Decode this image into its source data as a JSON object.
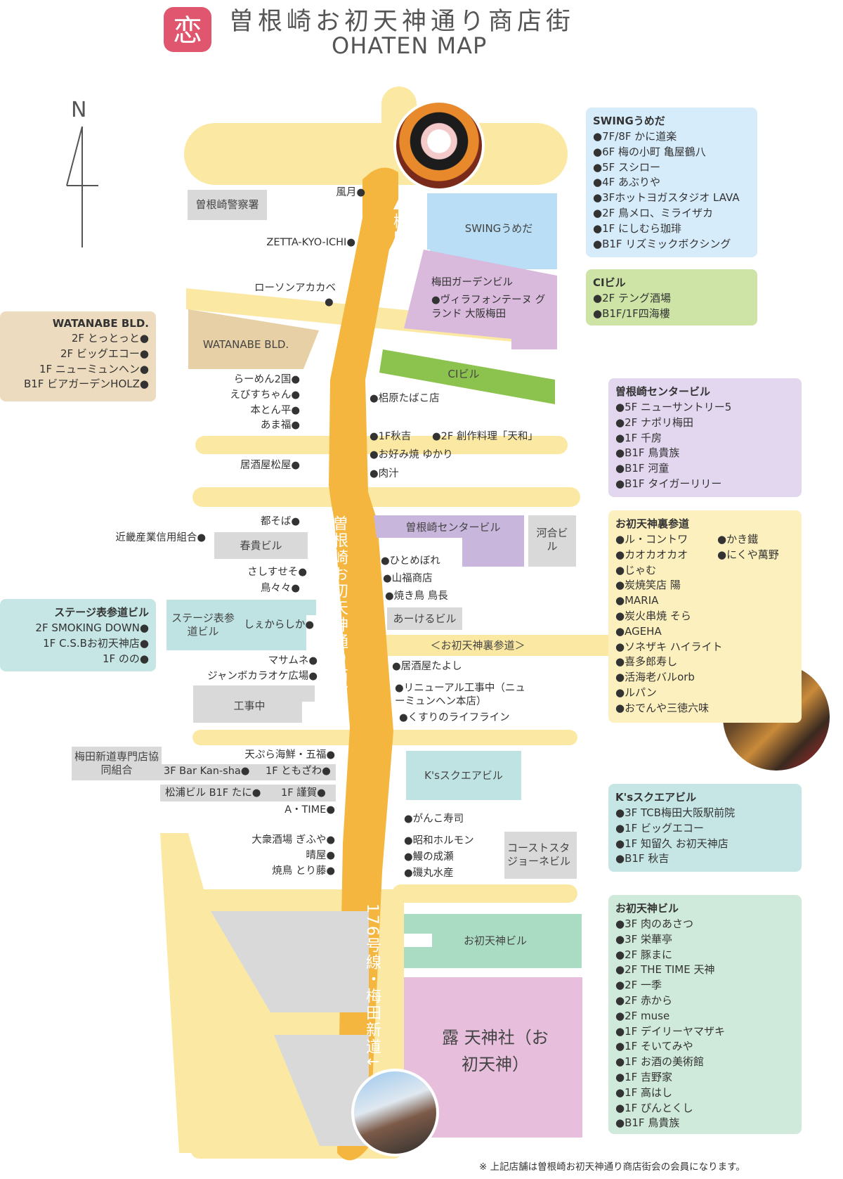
{
  "header": {
    "title_jp": "曽根崎お初天神通り商店街",
    "title_en": "OHATEN MAP",
    "compass": "N"
  },
  "street": {
    "name": "曽根崎お初天神通り商店街",
    "north": "▲梅田",
    "south": "176号線・梅田新道↓"
  },
  "blocks": {
    "police": "曽根崎警察署",
    "swing": "SWINGうめだ",
    "umeda_garden": "梅田ガーデンビル",
    "umeda_garden_sub": "●ヴィラフォンテーヌ グランド 大阪梅田",
    "watanabe": "WATANABE BLD.",
    "ci": "CIビル",
    "sonezaki_center": "曽根崎センタービル",
    "kawai": "河合ビル",
    "haruki": "春貴ビル",
    "stage": "ステージ表参道ビル",
    "akeru": "あーけるビル",
    "urasando": "＜お初天神裏参道＞",
    "kouji": "工事中",
    "ks": "K'sスクエアビル",
    "coast": "コーストスタジョーネビル",
    "ohatenjin_bldg": "お初天神ビル",
    "shrine": "露 天神社（お初天神）",
    "umeda_shindo": "梅田新道専門店協同組合",
    "matsuura": "松浦ビル B1F たに●"
  },
  "west_shops": [
    "風月●",
    "ZETTA-KYO-ICHI●",
    "ローソンアカカベ",
    "らーめん2国●",
    "えびすちゃん●",
    "本とん平●",
    "あま福●",
    "居酒屋松屋●",
    "都そば●",
    "近畿産業信用組合●",
    "さしすせそ●",
    "鳥々々●",
    "しぇからしか●",
    "マサムネ●",
    "ジャンボカラオケ広場●",
    "天ぷら海鮮・五福●",
    "3F Bar Kan-sha●",
    "1F ともざわ●",
    "1F 謹賀●",
    "A・TIME●",
    "大衆酒場 ぎふや●",
    "晴屋●",
    "焼鳥 とり藤●"
  ],
  "east_shops": [
    "●梠原たばこ店",
    "●1F秋吉",
    "●2F 創作料理「天和」",
    "●お好み焼 ゆかり",
    "●肉汁",
    "●ひとめぼれ",
    "●山福商店",
    "●焼き鳥 鳥長",
    "●居酒屋たよし",
    "●リニューアル工事中（ニューミュンヘン本店）",
    "●くすりのライフライン",
    "●がんこ寿司",
    "●昭和ホルモン",
    "●鰻の成瀬",
    "●磯丸水産"
  ],
  "info": {
    "swing": {
      "title": "SWINGうめだ",
      "items": [
        "●7F/8F かに道楽",
        "●6F 梅の小町 亀屋鶴八",
        "●5F スシロー",
        "●4F あぶりや",
        "●3Fホットヨガスタジオ LAVA",
        "●2F 鳥メロ、ミライザカ",
        "●1F にしむら珈琲",
        "●B1F リズミックボクシング"
      ]
    },
    "ci": {
      "title": "CIビル",
      "items": [
        "●2F テング酒場",
        "●B1F/1F四海樓"
      ]
    },
    "watanabe": {
      "title": "WATANABE BLD.",
      "items": [
        "2F とっとっと●",
        "2F ビッグエコー●",
        "1F ニューミュンヘン●",
        "B1F ビアガーデンHOLZ●"
      ]
    },
    "sonezaki": {
      "title": "曽根崎センタービル",
      "items": [
        "●5F ニューサントリー5",
        "●2F ナポリ梅田",
        "●1F 千房",
        "●B1F 鳥貴族",
        "●B1F 河童",
        "●B1F タイガーリリー"
      ]
    },
    "urasando": {
      "title": "お初天神裏参道",
      "items": [
        "●ル・コントワ",
        "●カオカオカオ",
        "●じゃむ",
        "●炭焼笑店 陽",
        "●MARIA",
        "●炭火串焼 そら",
        "●AGEHA",
        "●ソネザキ ハイライト",
        "●喜多郎寿し",
        "●活海老バルorb",
        "●ルパン",
        "●おでんや三徳六味"
      ],
      "items2": [
        "●かき鐵",
        "●にくや萬野"
      ]
    },
    "stage": {
      "title": "ステージ表参道ビル",
      "items": [
        "2F SMOKING DOWN●",
        "1F C.S.Bお初天神店●",
        "1F のの●"
      ]
    },
    "ks": {
      "title": "K'sスクエアビル",
      "items": [
        "●3F TCB梅田大阪駅前院",
        "●1F ビッグエコー",
        "●1F 知留久 お初天神店",
        "●B1F 秋吉"
      ]
    },
    "ohatenjin": {
      "title": "お初天神ビル",
      "items": [
        "●3F 肉のあさつ",
        "●3F 栄華亭",
        "●2F 豚まに",
        "●2F THE TIME 天神",
        "●2F 一季",
        "●2F 赤から",
        "●2F muse",
        "●1F デイリーヤマザキ",
        "●1F そいてみや",
        "●1F お酒の美術館",
        "●1F 吉野家",
        "●1F 高はし",
        "●1F ぴんとくし",
        "●B1F 鳥貴族"
      ]
    }
  },
  "footer": "※ 上記店舗は曽根崎お初天神通り商店街会の会員になります。",
  "colors": {
    "street": "#f5b640",
    "road": "#fbe9a3",
    "gray": "#d9d9d9",
    "blue": "#b9def5",
    "purple": "#d9b9dc",
    "green": "#8cc34e",
    "lavender": "#c8b6dc",
    "teal": "#bfe3e3",
    "mint": "#a9dcc2",
    "pink": "#e7bfdc",
    "tan": "#e7d0a6",
    "logo": "#e0566e"
  }
}
